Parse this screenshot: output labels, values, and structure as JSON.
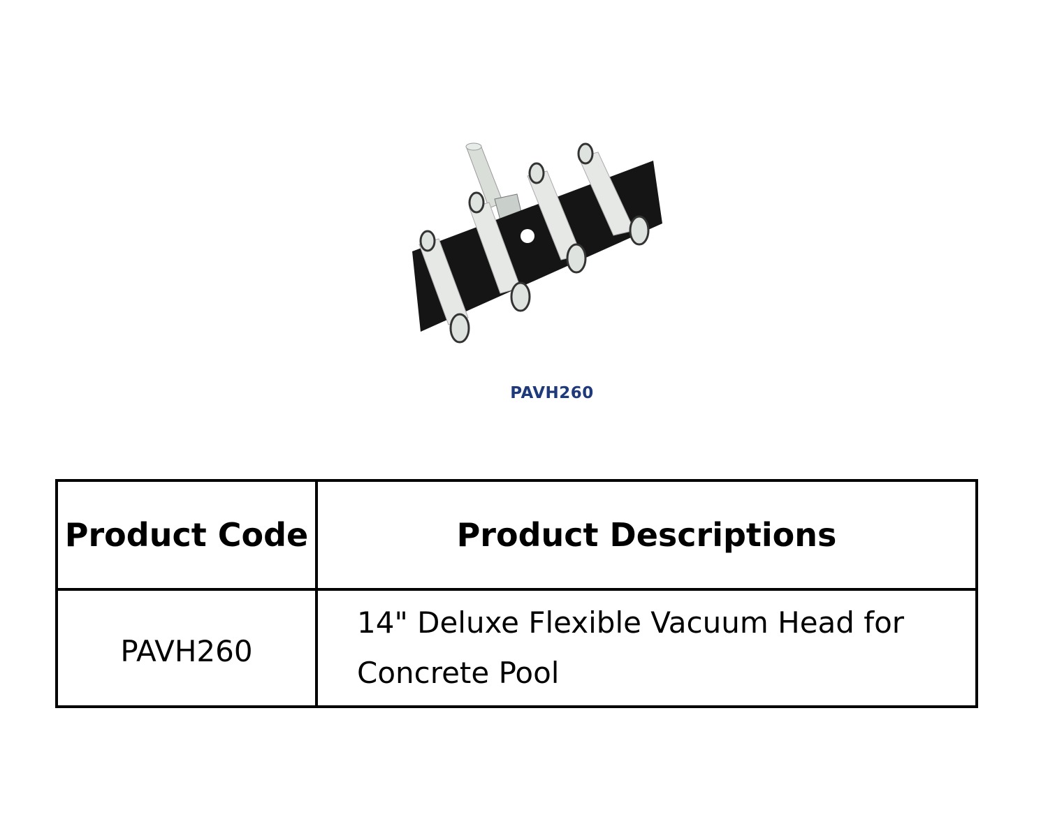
{
  "product": {
    "image_caption": "PAVH260"
  },
  "table": {
    "headers": [
      "Product Code",
      "Product Descriptions"
    ],
    "rows": [
      {
        "code": "PAVH260",
        "description": "14\" Deluxe Flexible Vacuum Head for Concrete Pool"
      }
    ]
  }
}
